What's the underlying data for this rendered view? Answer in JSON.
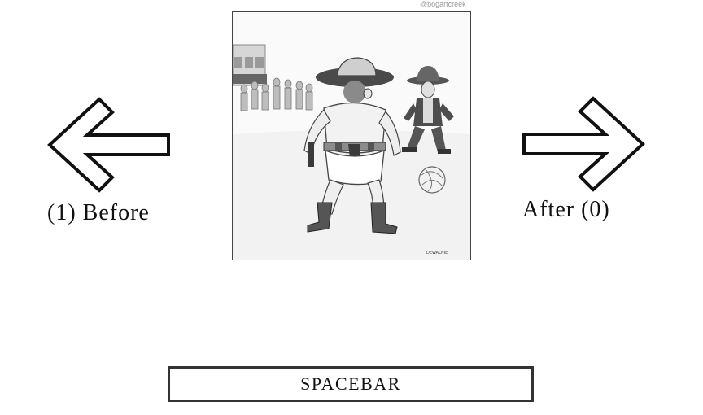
{
  "navigation": {
    "previous_label": "(1) Before",
    "next_label": "After (0)"
  },
  "cartoon": {
    "credit": "@bogartcreek",
    "signature": "DEWALNIE"
  },
  "spacebar": {
    "label": "SPACEBAR"
  }
}
